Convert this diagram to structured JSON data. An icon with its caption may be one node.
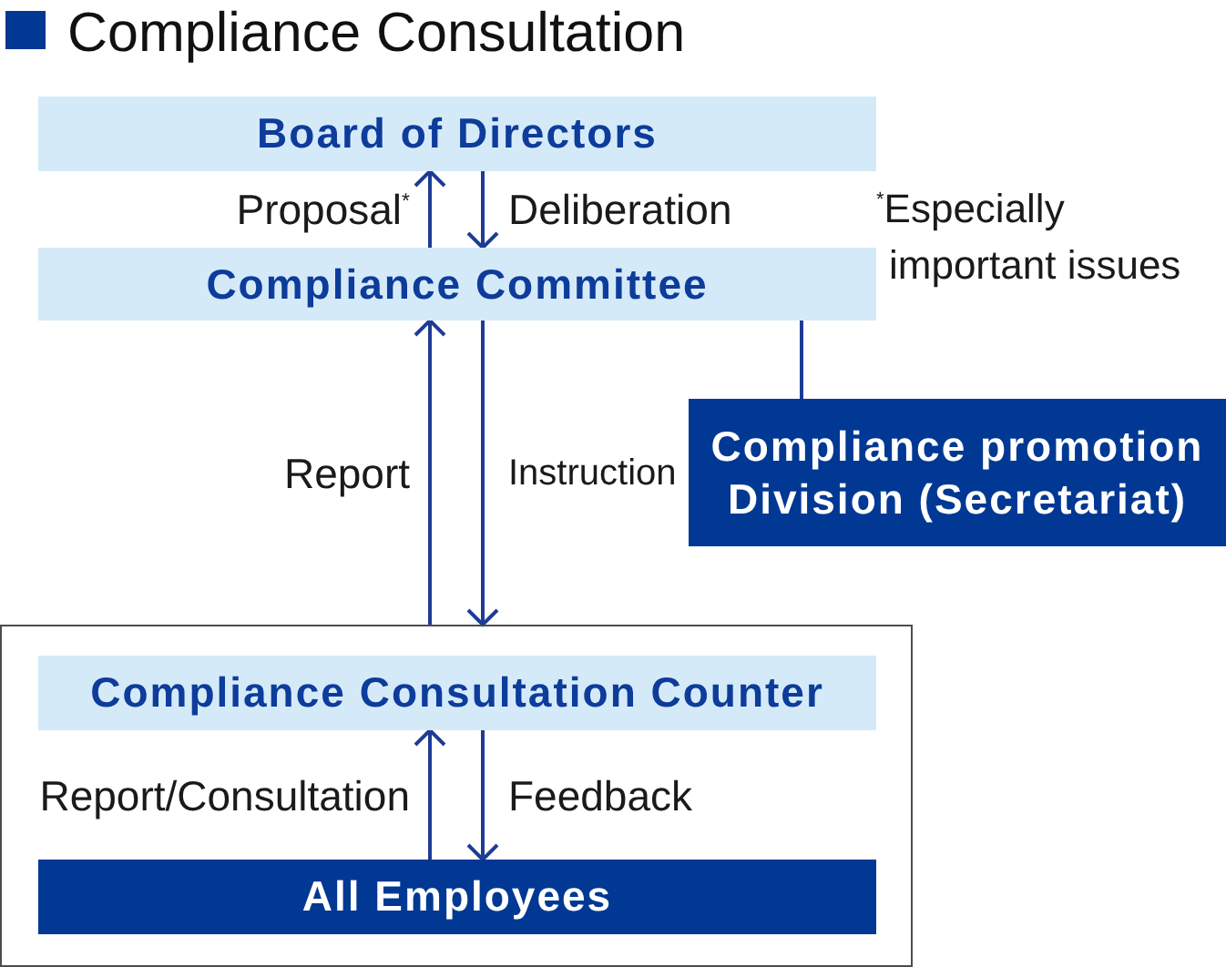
{
  "diagram": {
    "title": "Compliance Consultation",
    "nodes": [
      {
        "text": [
          "Board of Directors"
        ]
      },
      {
        "text": [
          "Compliance Committee"
        ]
      },
      {
        "text": [
          "Compliance promotion Division (Secretariat)"
        ]
      },
      {
        "text": [],
        "shape": "box"
      },
      {
        "text": [
          "Compliance Consultation Counter"
        ],
        "in": 3
      },
      {
        "text": [
          "All Employees"
        ],
        "in": 3
      }
    ],
    "edges": [
      {
        "from": 1,
        "to": 0,
        "arrow": "to",
        "label": "Proposal$^{*}$"
      },
      {
        "from": 0,
        "to": 1,
        "arrow": "to",
        "label": "Deliberation"
      },
      {
        "from": 3,
        "to": 1,
        "arrow": "to",
        "label": "Report"
      },
      {
        "from": 1,
        "to": 3,
        "arrow": "to",
        "label": "Instruction"
      },
      {
        "from": 1,
        "to": 2,
        "arrow": "none"
      },
      {
        "from": 5,
        "to": 4,
        "arrow": "to",
        "label": "Report/Consultation"
      },
      {
        "from": 4,
        "to": 5,
        "arrow": "to",
        "label": "Feedback"
      }
    ],
    "labels": [
      "$^{*}$Especially important issues"
    ]
  }
}
